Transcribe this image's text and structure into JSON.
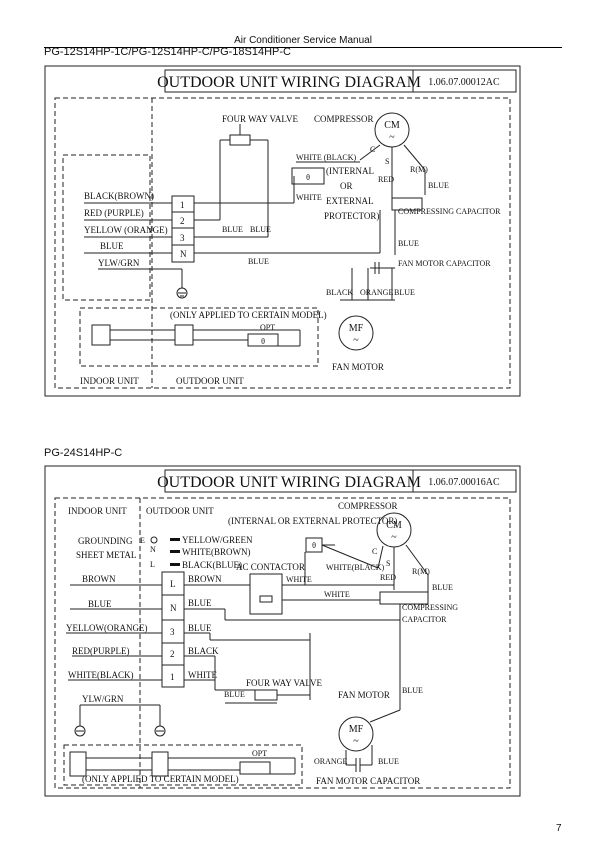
{
  "header": {
    "manual_title": "Air Conditioner Service Manual"
  },
  "page_number": "7",
  "diagram1": {
    "models": "PG-12S14HP-1C/PG-12S14HP-C/PG-18S14HP-C",
    "title": "OUTDOOR UNIT WIRING DIAGRAM",
    "code": "1.06.07.00012AC",
    "labels": {
      "four_way_valve": "FOUR WAY VALVE",
      "compressor": "COMPRESSOR",
      "cm": "CM",
      "tilde": "~",
      "white_black": "WHITE (BLACK)",
      "c": "C",
      "s": "S",
      "r_m": "R(M)",
      "red": "RED",
      "internal_or_external_protector": "INTERNAL OR EXTERNAL PROTECTOR",
      "internal_open": "(INTERNAL",
      "or": "OR",
      "external": "EXTERNAL",
      "protector_close": "PROTECTOR)",
      "white": "WHITE",
      "black_brown": "BLACK(BROWN)",
      "red_purple": "RED (PURPLE)",
      "yellow_orange": "YELLOW (ORANGE)",
      "blue": "BLUE",
      "ylw_grn": "YLW/GRN",
      "t1": "1",
      "t2": "2",
      "t3": "3",
      "tN": "N",
      "compressing_capacitor": "COMPRESSING CAPACITOR",
      "fan_motor_capacitor": "FAN MOTOR CAPACITOR",
      "black": "BLACK",
      "orange": "ORANGE",
      "only_applied": "(ONLY APPLIED TO CERTAIN MODEL)",
      "opt": "OPT",
      "mf": "MF",
      "fan_motor": "FAN MOTOR",
      "indoor_unit": "INDOOR UNIT",
      "outdoor_unit": "OUTDOOR UNIT"
    }
  },
  "diagram2": {
    "models": "PG-24S14HP-C",
    "title": "OUTDOOR UNIT WIRING DIAGRAM",
    "code": "1.06.07.00016AC",
    "labels": {
      "indoor_unit": "INDOOR UNIT",
      "outdoor_unit": "OUTDOOR UNIT",
      "compressor": "COMPRESSOR",
      "internal_or_external_protector": "(INTERNAL OR EXTERNAL PROTECTOR)",
      "cm": "CM",
      "tilde": "~",
      "grounding_sheet_metal_1": "GROUNDING",
      "grounding_sheet_metal_2": "SHEET METAL",
      "e": "E",
      "n_small": "N",
      "l_small": "L",
      "yellow_green": "YELLOW/GREEN",
      "white_brown": "WHITE(BROWN)",
      "black_blue": "BLACK(BLUE)",
      "ac_contactor": "AC CONTACTOR",
      "white_black": "WHITE(BLACK)",
      "c": "C",
      "s": "S",
      "r_m": "R(M)",
      "red": "RED",
      "brown": "BROWN",
      "white": "WHITE",
      "blue": "BLUE",
      "compressing": "COMPRESSING",
      "capacitor": "CAPACITOR",
      "yellow_orange": "YELLOW(ORANGE)",
      "red_purple": "RED(PURPLE)",
      "white_black2": "WHITE(BLACK)",
      "black": "BLACK",
      "tL": "L",
      "tN": "N",
      "t3": "3",
      "t2": "2",
      "t1": "1",
      "four_way_valve": "FOUR WAY VALVE",
      "fan_motor": "FAN MOTOR",
      "ylw_grn": "YLW/GRN",
      "opt": "OPT",
      "mf": "MF",
      "orange": "ORANGE",
      "only_applied": "(ONLY APPLIED TO CERTAIN MODEL)",
      "fan_motor_capacitor": "FAN MOTOR CAPACITOR"
    }
  }
}
